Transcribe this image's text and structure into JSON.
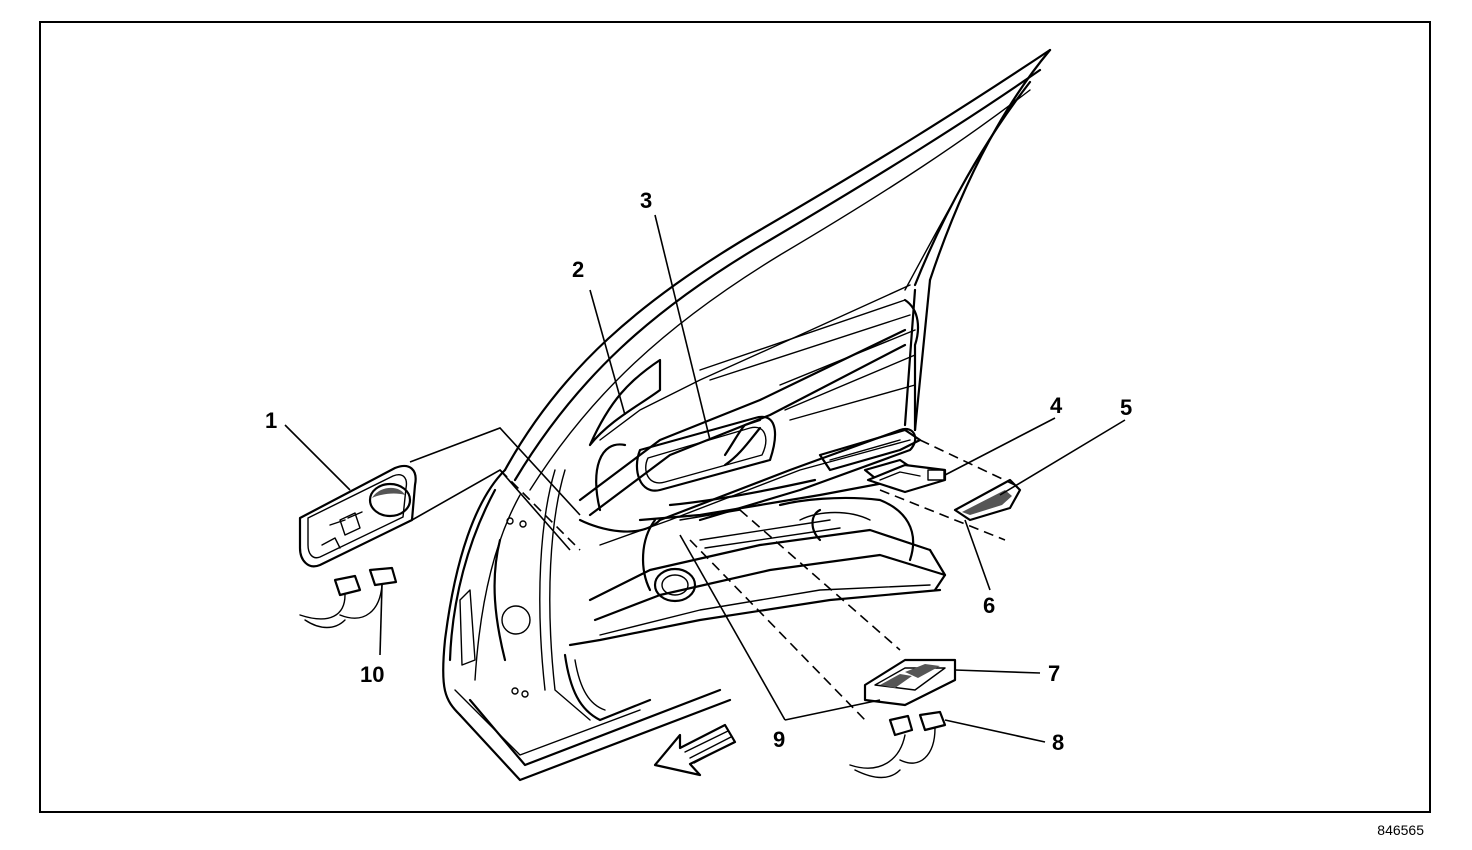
{
  "figure_id": "846565",
  "callouts": {
    "c1": "1",
    "c2": "2",
    "c3": "3",
    "c4": "4",
    "c5": "5",
    "c6": "6",
    "c7": "7",
    "c8": "8",
    "c9": "9",
    "c10": "10"
  }
}
